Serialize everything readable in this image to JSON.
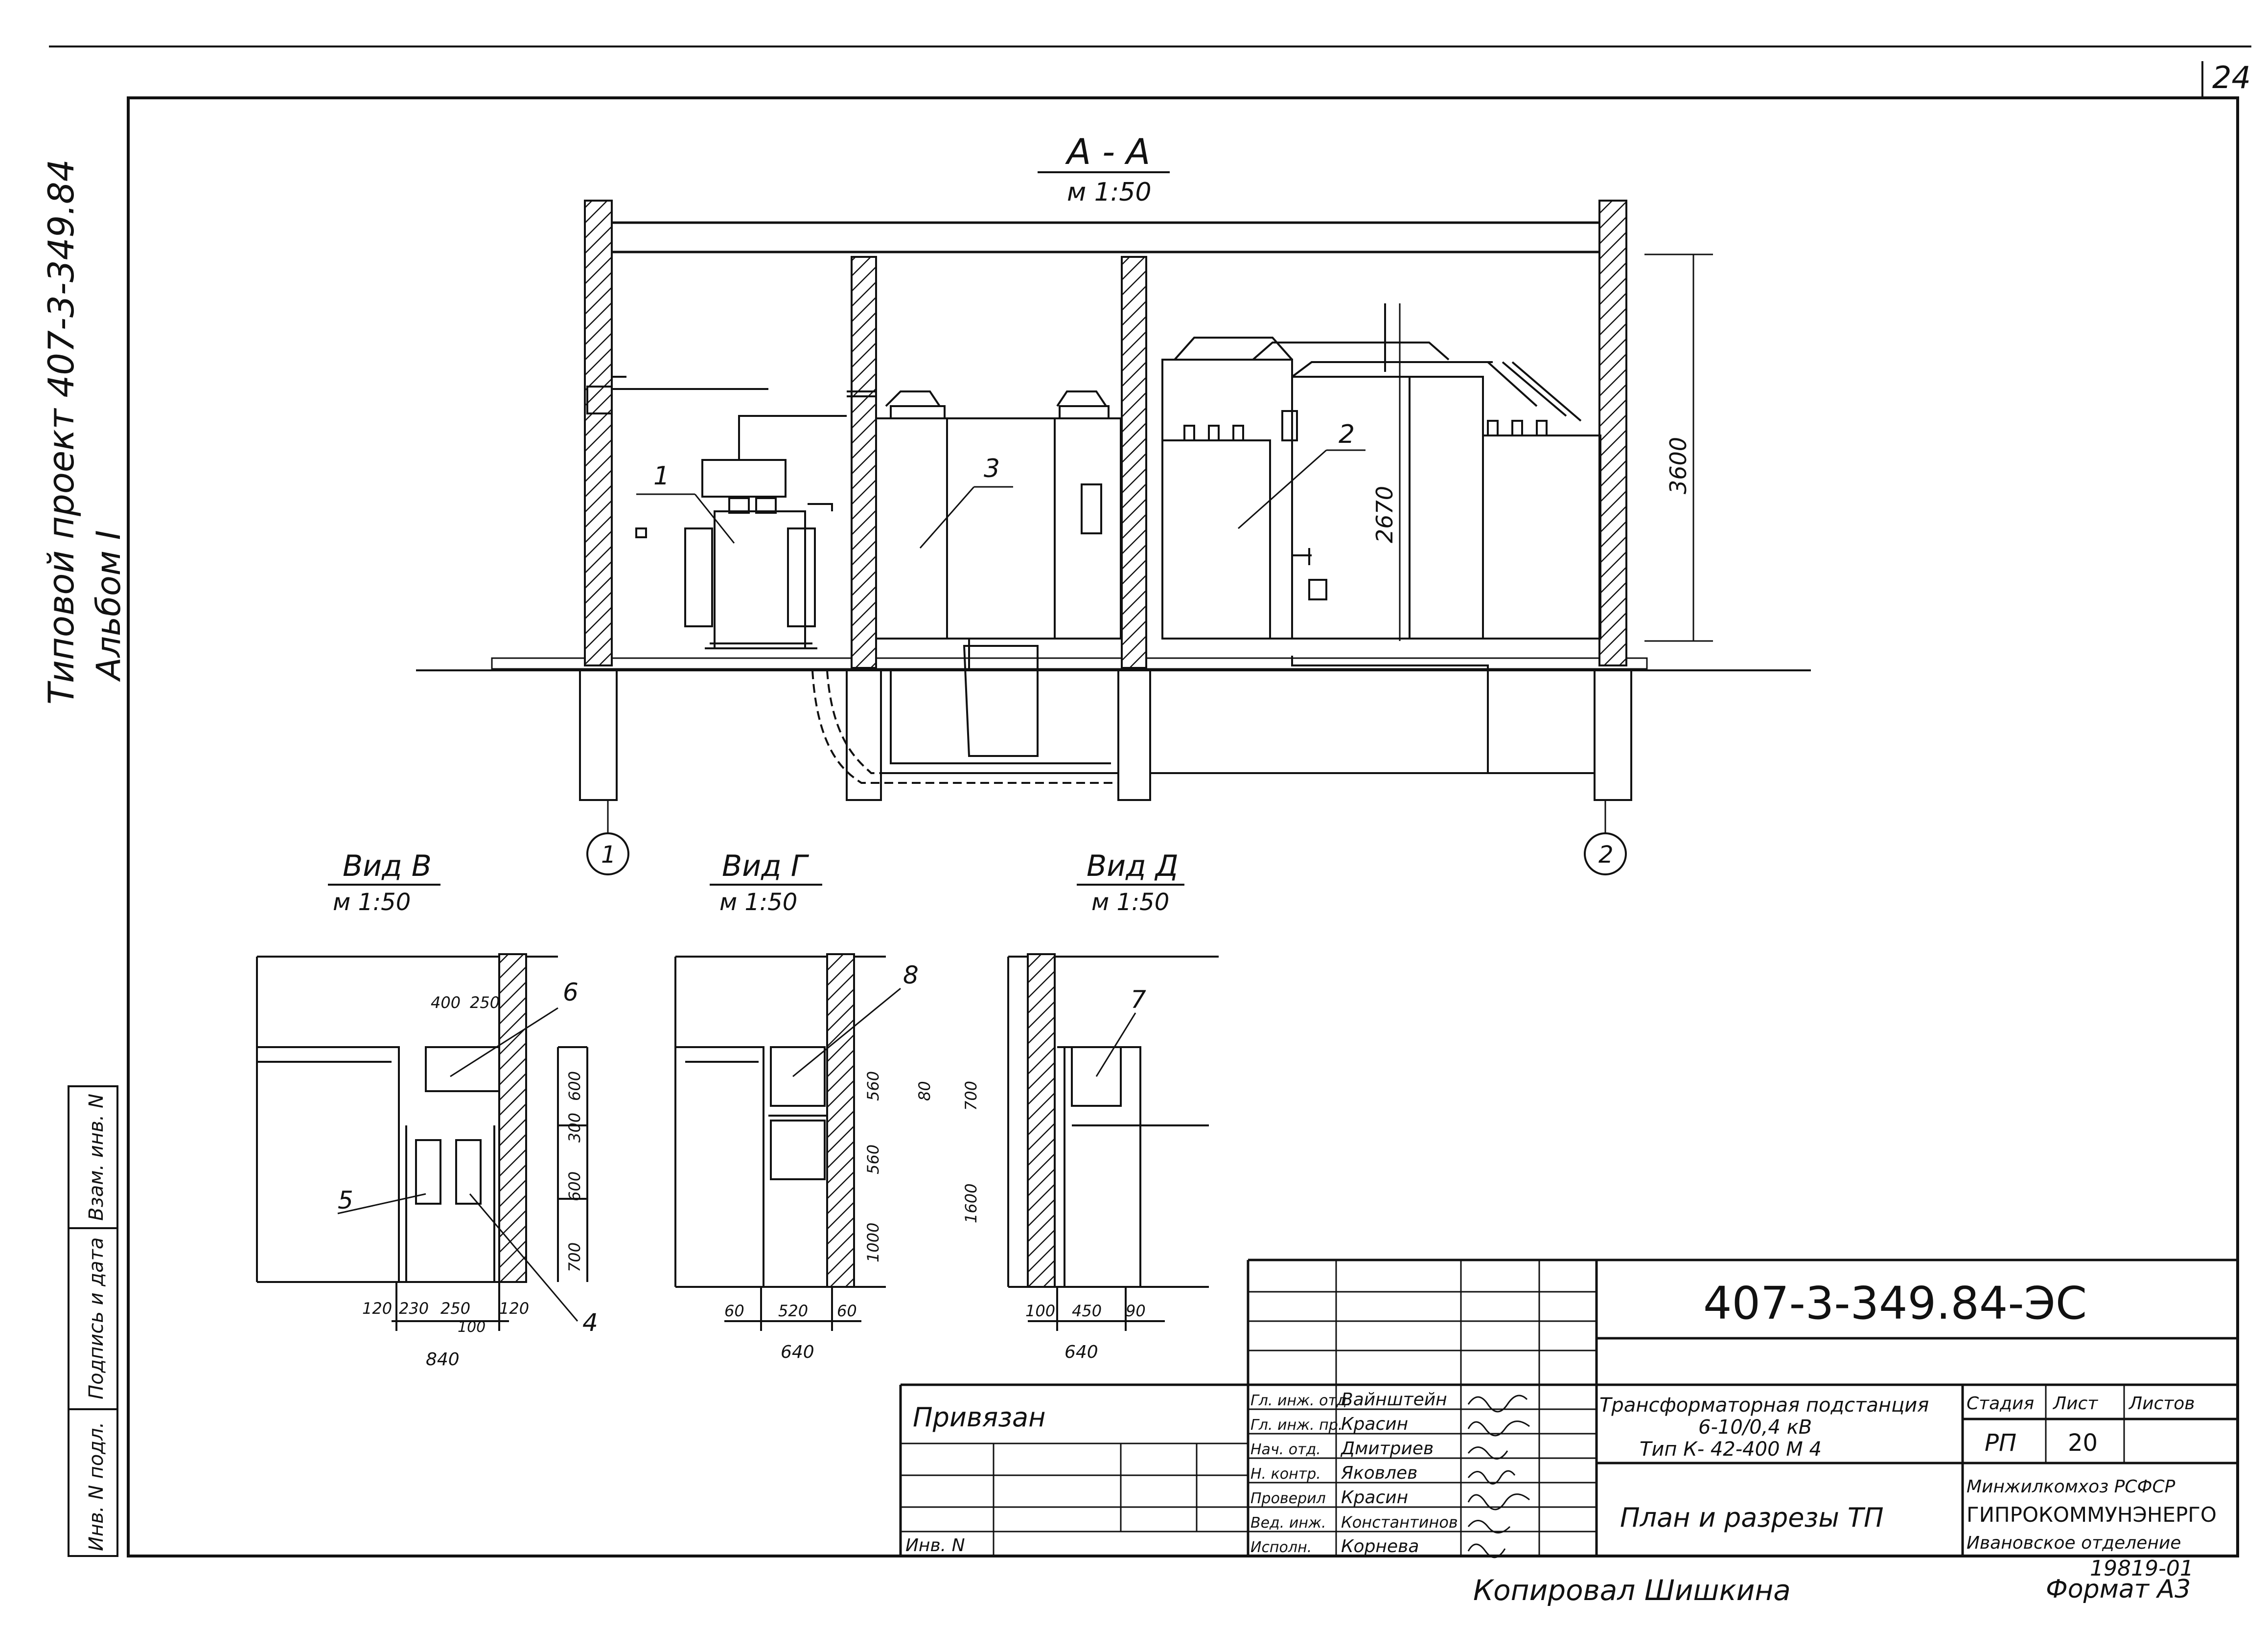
{
  "sheet_number": "24",
  "side_project": "Типовой проект 407-3-349.84",
  "side_album": "Альбом I",
  "side_columns": [
    "Инв. N подл.",
    "Подпись и дата",
    "Взам. инв. N"
  ],
  "section": {
    "title": "А - А",
    "scale": "м 1:50",
    "dims": [
      "3600",
      "2670"
    ],
    "axes": [
      "1",
      "2"
    ],
    "callouts": [
      "1",
      "2",
      "3"
    ]
  },
  "views": [
    {
      "title": "Вид В",
      "scale": "м 1:50",
      "callouts": [
        "6",
        "5",
        "4"
      ],
      "top_dims": [
        "400",
        "250"
      ],
      "side_dims": [
        "600",
        "300",
        "600",
        "700"
      ],
      "bottom_dims": [
        "120",
        "230",
        "250",
        "120"
      ],
      "sub_dim": "100",
      "total": "840"
    },
    {
      "title": "Вид Г",
      "scale": "м 1:50",
      "callouts": [
        "8"
      ],
      "side_dims": [
        "560",
        "80",
        "560",
        "1000"
      ],
      "bottom_dims": [
        "60",
        "520",
        "60"
      ],
      "total": "640"
    },
    {
      "title": "Вид Д",
      "scale": "м 1:50",
      "callouts": [
        "7"
      ],
      "side_dims": [
        "700",
        "1600"
      ],
      "bottom_dims": [
        "100",
        "450",
        "90"
      ],
      "total": "640"
    }
  ],
  "title_block": {
    "doc_code": "407-3-349.84-ЭС",
    "privyazan": "Привязан",
    "inv_label": "Инв. N",
    "roles": [
      "Гл. инж. отд.",
      "Гл. инж. пр.",
      "Нач. отд.",
      "Н. контр.",
      "Проверил",
      "Вед. инж.",
      "Исполн."
    ],
    "names": [
      "Вайнштейн",
      "Красин",
      "Дмитриев",
      "Яковлев",
      "Красин",
      "Константинов",
      "Корнева"
    ],
    "object_title_1": "Трансформаторная подстанция",
    "object_title_2": "6-10/0,4 кВ",
    "object_title_3": "Тип К- 42-400 М 4",
    "sheet_title": "План и разрезы ТП",
    "stage_label": "Стадия",
    "sheet_label": "Лист",
    "sheets_label": "Листов",
    "stage": "РП",
    "sheet": "20",
    "org_1": "Минжилкомхоз РСФСР",
    "org_2": "ГИПРОКОММУНЭНЕРГО",
    "org_3": "Ивановское отделение"
  },
  "copied_by": "Копировал Шишкина",
  "archive_number": "19819-01",
  "format": "Формат А3"
}
